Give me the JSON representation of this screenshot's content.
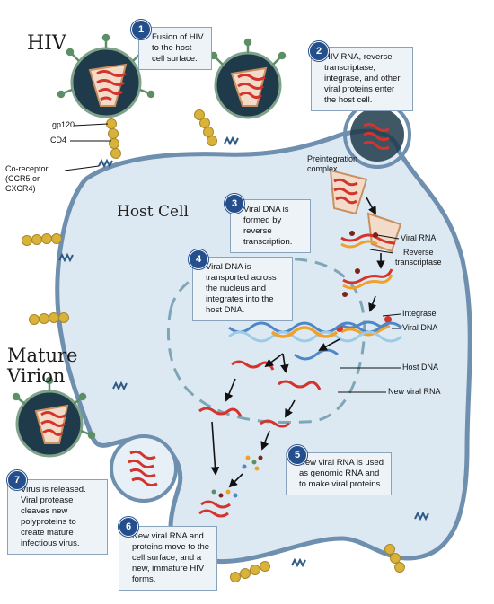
{
  "titles": {
    "hiv": "HIV",
    "host_cell": "Host Cell",
    "mature_line1": "Mature",
    "mature_line2": "Virion"
  },
  "labels": {
    "gp120": "gp120",
    "cd4": "CD4",
    "coreceptor_line1": "Co-receptor",
    "coreceptor_line2": "(CCR5 or CXCR4)",
    "preintegration_line1": "Preintegration",
    "preintegration_line2": "complex",
    "viral_rna": "Viral RNA",
    "reverse_line1": "Reverse",
    "reverse_line2": "transcriptase",
    "integrase": "Integrase",
    "viral_dna": "Viral DNA",
    "host_dna": "Host DNA",
    "new_viral_rna": "New viral RNA"
  },
  "steps": [
    {
      "number": "1",
      "text": "Fusion of HIV to the host cell surface."
    },
    {
      "number": "2",
      "text": "HIV RNA, reverse transcriptase, integrase, and other viral proteins enter the host cell."
    },
    {
      "number": "3",
      "text": "Viral DNA is formed by reverse transcription."
    },
    {
      "number": "4",
      "text": "Viral DNA is transported across the nucleus and integrates into the host DNA."
    },
    {
      "number": "5",
      "text": "New viral RNA is used as genomic RNA and to make viral proteins."
    },
    {
      "number": "6",
      "text": "New viral RNA and proteins move to the cell surface, and a new, immature HIV forms."
    },
    {
      "number": "7",
      "text": "Virus is released. Viral protease cleaves new polyproteins to create mature infectious virus."
    }
  ],
  "colors": {
    "cell_fill": "#dce9f3",
    "cell_membrane": "#6f8fae",
    "virus_core": "#1f3a4a",
    "capsid": "#f2dcc9",
    "rna_red": "#d4342c",
    "dna_blue": "#4f86c6",
    "dna_orange": "#f0a12a",
    "receptor_gold": "#d9b23a",
    "step_badge": "#244f8c",
    "spike_green": "#5d8f67"
  }
}
